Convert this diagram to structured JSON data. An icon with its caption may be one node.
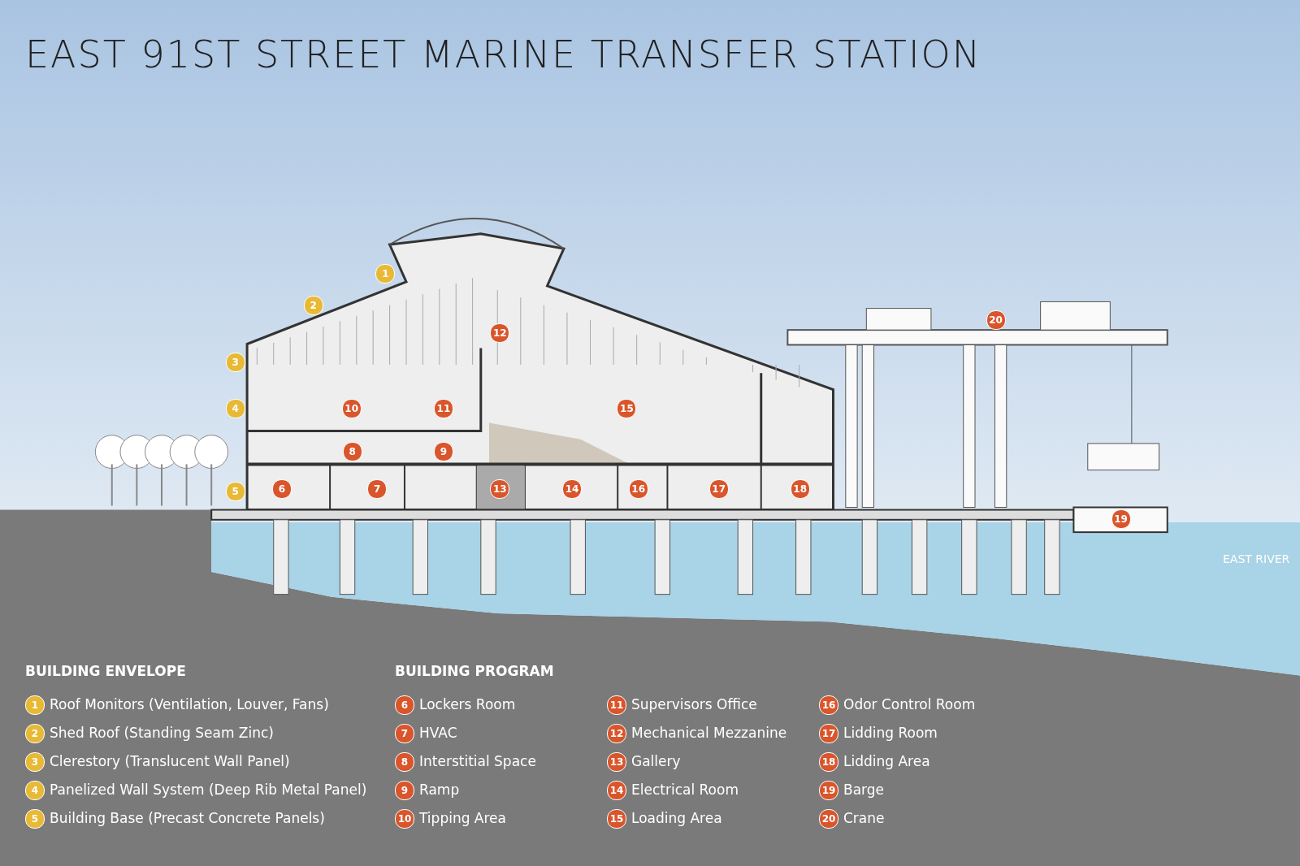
{
  "diagram": {
    "title": "EAST 91ST STREET MARINE TRANSFER STATION",
    "labels": [
      "1",
      "2",
      "3",
      "4",
      "5",
      "6",
      "7",
      "8",
      "9",
      "10",
      "11",
      "12",
      "13",
      "14",
      "15",
      "16",
      "17",
      "18",
      "19",
      "20",
      "EAST RIVER",
      "BUILDING ENVELOPE",
      "BUILDING PROGRAM",
      "1",
      "2",
      "3",
      "4",
      "5",
      "6",
      "7",
      "8",
      "9",
      "10",
      "11",
      "12",
      "13",
      "14",
      "15",
      "16",
      "17",
      "18",
      "19",
      "20"
    ],
    "legend": [
      {
        "text": "Roof Monitors (Ventilation, Louver, Fans)",
        "color": "#e8b935"
      },
      {
        "text": "Shed Roof (Standing Seam Zinc)",
        "color": "#e8b935"
      },
      {
        "text": "Clerestory (Translucent Wall Panel)",
        "color": "#e8b935"
      },
      {
        "text": "Panelized Wall System (Deep Rib Metal Panel)",
        "color": "#e8b935"
      },
      {
        "text": "Building Base (Precast Concrete Panels)",
        "color": "#e8b935"
      },
      {
        "text": "Lockers Room",
        "color": "#d9552b"
      },
      {
        "text": "HVAC",
        "color": "#d9552b"
      },
      {
        "text": "Interstitial Space",
        "color": "#d9552b"
      },
      {
        "text": "Ramp",
        "color": "#d9552b"
      },
      {
        "text": "Tipping Area",
        "color": "#d9552b"
      },
      {
        "text": "Supervisors Office",
        "color": "#d9552b"
      },
      {
        "text": "Mechanical Mezzanine",
        "color": "#d9552b"
      },
      {
        "text": "Gallery",
        "color": "#d9552b"
      },
      {
        "text": "Electrical Room",
        "color": "#d9552b"
      },
      {
        "text": "Loading Area",
        "color": "#d9552b"
      },
      {
        "text": "Odor Control Room",
        "color": "#d9552b"
      },
      {
        "text": "Lidding Room",
        "color": "#d9552b"
      },
      {
        "text": "Lidding Area",
        "color": "#d9552b"
      },
      {
        "text": "Barge",
        "color": "#d9552b"
      },
      {
        "text": "Crane",
        "color": "#d9552b"
      }
    ]
  }
}
